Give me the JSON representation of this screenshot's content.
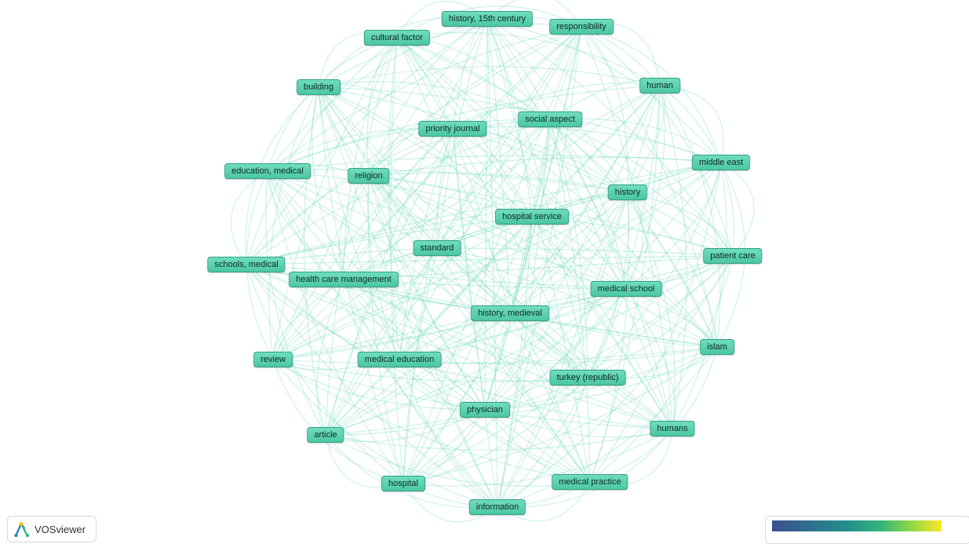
{
  "app": {
    "name": "VOSviewer",
    "logo_icon": "vosviewer-logo-icon"
  },
  "colors": {
    "node_fill": "#5fd3b2",
    "node_border": "#33a383",
    "edge": "#7fdcc1"
  },
  "legend": {
    "scale_start_color": "#3b4f8c",
    "scale_end_color": "#fde725"
  },
  "network": {
    "nodes": [
      {
        "id": "history_15th_century",
        "label": "history, 15th century"
      },
      {
        "id": "responsibility",
        "label": "responsibility"
      },
      {
        "id": "cultural_factor",
        "label": "cultural factor"
      },
      {
        "id": "building",
        "label": "building"
      },
      {
        "id": "human",
        "label": "human"
      },
      {
        "id": "social_aspect",
        "label": "social aspect"
      },
      {
        "id": "priority_journal",
        "label": "priority journal"
      },
      {
        "id": "middle_east",
        "label": "middle east"
      },
      {
        "id": "education_medical",
        "label": "education, medical"
      },
      {
        "id": "religion",
        "label": "religion"
      },
      {
        "id": "history",
        "label": "history"
      },
      {
        "id": "hospital_service",
        "label": "hospital service"
      },
      {
        "id": "standard",
        "label": "standard"
      },
      {
        "id": "patient_care",
        "label": "patient care"
      },
      {
        "id": "schools_medical",
        "label": "schools, medical"
      },
      {
        "id": "health_care_management",
        "label": "health care management"
      },
      {
        "id": "medical_school",
        "label": "medical school"
      },
      {
        "id": "history_medieval",
        "label": "history, medieval"
      },
      {
        "id": "islam",
        "label": "islam"
      },
      {
        "id": "review",
        "label": "review"
      },
      {
        "id": "medical_education",
        "label": "medical education"
      },
      {
        "id": "turkey_republic",
        "label": "turkey (republic)"
      },
      {
        "id": "physician",
        "label": "physician"
      },
      {
        "id": "humans",
        "label": "humans"
      },
      {
        "id": "article",
        "label": "article"
      },
      {
        "id": "hospital",
        "label": "hospital"
      },
      {
        "id": "medical_practice",
        "label": "medical practice"
      },
      {
        "id": "information",
        "label": "information"
      }
    ]
  }
}
